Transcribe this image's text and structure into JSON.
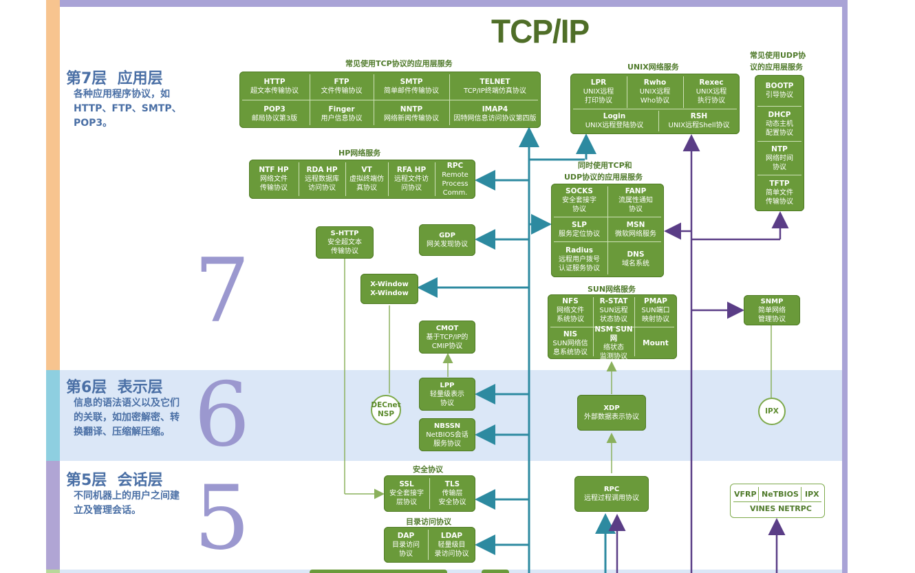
{
  "title": "TCP/IP",
  "layers": [
    {
      "title": "第7层  应用层",
      "desc": "各种应用程序协议，如HTTP、FTP、SMTP、POP3。",
      "num": "7"
    },
    {
      "title": "第6层  表示层",
      "desc": "信息的语法语义以及它们的关联，如加密解密、转换翻译、压缩解压缩。",
      "num": "6"
    },
    {
      "title": "第5层  会话层",
      "desc": "不同机器上的用户之间建立及管理会话。",
      "num": "5"
    }
  ],
  "colors": {
    "green": "#6a9a3a",
    "teal": "#2d8aa0",
    "purple": "#5a3d86",
    "layer_blue": "#4a6fa5",
    "band6": "#dbe7f7",
    "strip7": "#f7c48f",
    "strip6": "#8ecfe0",
    "strip5": "#b0a5d4"
  },
  "tcp_services": {
    "label": "常见使用TCP协议的应用层服务",
    "cells": [
      {
        "name": "HTTP",
        "desc": "超文本传输协议"
      },
      {
        "name": "FTP",
        "desc": "文件传输协议"
      },
      {
        "name": "SMTP",
        "desc": "简单邮件传输协议"
      },
      {
        "name": "TELNET",
        "desc": "TCP/IP终端仿真协议"
      },
      {
        "name": "POP3",
        "desc": "邮局协议第3版"
      },
      {
        "name": "Finger",
        "desc": "用户信息协议"
      },
      {
        "name": "NNTP",
        "desc": "网络新闻传输协议"
      },
      {
        "name": "IMAP4",
        "desc": "因特网信息访问协议第四版"
      }
    ]
  },
  "unix_services": {
    "label": "UNIX网络服务",
    "cells": [
      {
        "name": "LPR",
        "desc1": "UNIX远程",
        "desc2": "打印协议"
      },
      {
        "name": "Rwho",
        "desc1": "UNIX远程",
        "desc2": "Who协议"
      },
      {
        "name": "Rexec",
        "desc1": "UNIX远程",
        "desc2": "执行协议"
      },
      {
        "name": "Login",
        "desc1": "UNIX远程登陆协议",
        "desc2": ""
      },
      {
        "name": "RSH",
        "desc1": "UNIX远程Shell协议",
        "desc2": ""
      }
    ]
  },
  "udp_services": {
    "label1": "常见使用UDP协",
    "label2": "议的应用层服务",
    "cells": [
      {
        "name": "BOOTP",
        "desc1": "引导协议",
        "desc2": ""
      },
      {
        "name": "DHCP",
        "desc1": "动态主机",
        "desc2": "配置协议"
      },
      {
        "name": "NTP",
        "desc1": "网络时间",
        "desc2": "协议"
      },
      {
        "name": "TFTP",
        "desc1": "简单文件",
        "desc2": "传输协议"
      }
    ]
  },
  "hp_services": {
    "label": "HP网络服务",
    "cells": [
      {
        "name": "NTF HP",
        "desc1": "网络文件",
        "desc2": "传输协议"
      },
      {
        "name": "RDA HP",
        "desc1": "远程数据库",
        "desc2": "访问协议"
      },
      {
        "name": "VT",
        "desc1": "虚拟终端仿",
        "desc2": "真协议"
      },
      {
        "name": "RFA HP",
        "desc1": "远程文件访",
        "desc2": "问协议"
      },
      {
        "name": "RPC",
        "desc1": "Remote",
        "desc2": "Process Comm."
      }
    ]
  },
  "both_services": {
    "label1": "同时使用TCP和",
    "label2": "UDP协议的应用层服务",
    "cells": [
      {
        "name": "SOCKS",
        "desc1": "安全套接字",
        "desc2": "协议"
      },
      {
        "name": "FANP",
        "desc1": "流属性通知",
        "desc2": "协议"
      },
      {
        "name": "SLP",
        "desc1": "服务定位协议",
        "desc2": ""
      },
      {
        "name": "MSN",
        "desc1": "微软网络服务",
        "desc2": ""
      },
      {
        "name": "Radius",
        "desc1": "远程用户拨号",
        "desc2": "认证服务协议"
      },
      {
        "name": "DNS",
        "desc1": "域名系统",
        "desc2": ""
      }
    ]
  },
  "sun_services": {
    "label": "SUN网络服务",
    "cells": [
      {
        "name": "NFS",
        "desc1": "网络文件",
        "desc2": "系统协议"
      },
      {
        "name": "R-STAT",
        "desc1": "SUN远程",
        "desc2": "状态协议"
      },
      {
        "name": "PMAP",
        "desc1": "SUN端口",
        "desc2": "映射协议"
      },
      {
        "name": "NIS",
        "desc1": "SUN网络信",
        "desc2": "息系统协议"
      },
      {
        "name": "NSM SUN网",
        "desc1": "络状态",
        "desc2": "监测协议"
      },
      {
        "name": "Mount",
        "desc1": "",
        "desc2": ""
      }
    ]
  },
  "singles": {
    "shttp": {
      "name": "S-HTTP",
      "desc1": "安全超文本",
      "desc2": "传输协议"
    },
    "gdp": {
      "name": "GDP",
      "desc1": "网关发现协议"
    },
    "xwindow": {
      "name1": "X-Window",
      "name2": "X-Window"
    },
    "cmot": {
      "name": "CMOT",
      "desc1": "基于TCP/IP的",
      "desc2": "CMIP协议"
    },
    "snmp": {
      "name": "SNMP",
      "desc1": "简单网络",
      "desc2": "管理协议"
    },
    "lpp": {
      "name": "LPP",
      "desc1": "轻量级表示",
      "desc2": "协议"
    },
    "nbssn": {
      "name": "NBSSN",
      "desc1": "NetBIOS会话",
      "desc2": "服务协议"
    },
    "xdp": {
      "name": "XDP",
      "desc1": "外部数据表示协议"
    },
    "rpc": {
      "name": "RPC",
      "desc1": "远程过程调用协议"
    }
  },
  "circles": {
    "decnet1": "DECnet",
    "decnet2": "NSP",
    "ipx": "IPX"
  },
  "security": {
    "label": "安全协议",
    "cells": [
      {
        "name": "SSL",
        "desc1": "安全套接字",
        "desc2": "层协议"
      },
      {
        "name": "TLS",
        "desc1": "传输层",
        "desc2": "安全协议"
      }
    ]
  },
  "directory": {
    "label": "目录访问协议",
    "cells": [
      {
        "name": "DAP",
        "desc1": "目录访问",
        "desc2": "协议"
      },
      {
        "name": "LDAP",
        "desc1": "轻量级目",
        "desc2": "录访问协议"
      }
    ]
  },
  "netbios_box": {
    "a": "VFRP",
    "b": "NeTBIOS",
    "c": "IPX",
    "d": "VINES NETRPC"
  }
}
